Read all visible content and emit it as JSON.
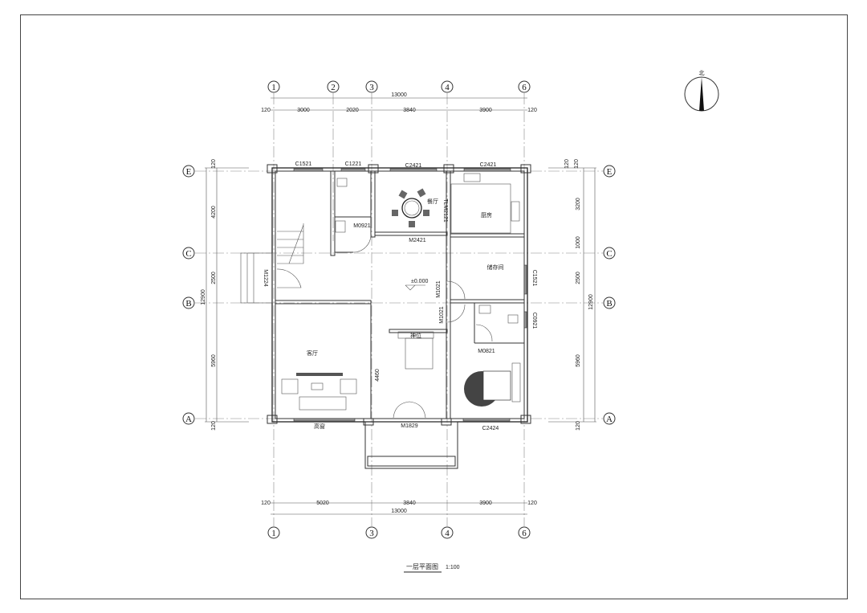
{
  "drawing": {
    "title": "一层平面图",
    "scale": "1:100",
    "north_label": "北",
    "level_mark": "±0.000"
  },
  "axes": {
    "top": [
      "1",
      "2",
      "3",
      "4",
      "6"
    ],
    "bottom": [
      "1",
      "3",
      "4",
      "6"
    ],
    "left": [
      "E",
      "C",
      "B",
      "A"
    ],
    "right": [
      "E",
      "C",
      "B",
      "A"
    ]
  },
  "dimensions": {
    "top_total": "13000",
    "top_segments": [
      "120",
      "3000",
      "2020",
      "3840",
      "3900",
      "120"
    ],
    "bottom_total": "13000",
    "bottom_segments": [
      "120",
      "5020",
      "3840",
      "3900",
      "120"
    ],
    "left_total": "12900",
    "left_segments": [
      "120",
      "4200",
      "2500",
      "5960",
      "120"
    ],
    "right_total": "12900",
    "right_segments": [
      "120",
      "120",
      "3200",
      "1000",
      "2500",
      "5960",
      "120"
    ],
    "porch_depth": "4460"
  },
  "openings": {
    "c1521_top": "C1521",
    "c1221": "C1221",
    "c2421_dining": "C2421",
    "c2421_kitchen": "C2421",
    "tlm2121": "TLM2121",
    "m2421": "M2421",
    "m0921": "M0921",
    "m1224": "M1224",
    "m1021_a": "M1021",
    "m1021_b": "M1021",
    "c1521_right": "C1521",
    "c0921": "C0921",
    "m0821": "M0821",
    "m1829": "M1829",
    "c2424": "C2424",
    "high_window": "高窗"
  },
  "rooms": {
    "dining": "餐厅",
    "kitchen": "厨房",
    "storage": "储存间",
    "living": "客厅",
    "shrine": "神位"
  }
}
